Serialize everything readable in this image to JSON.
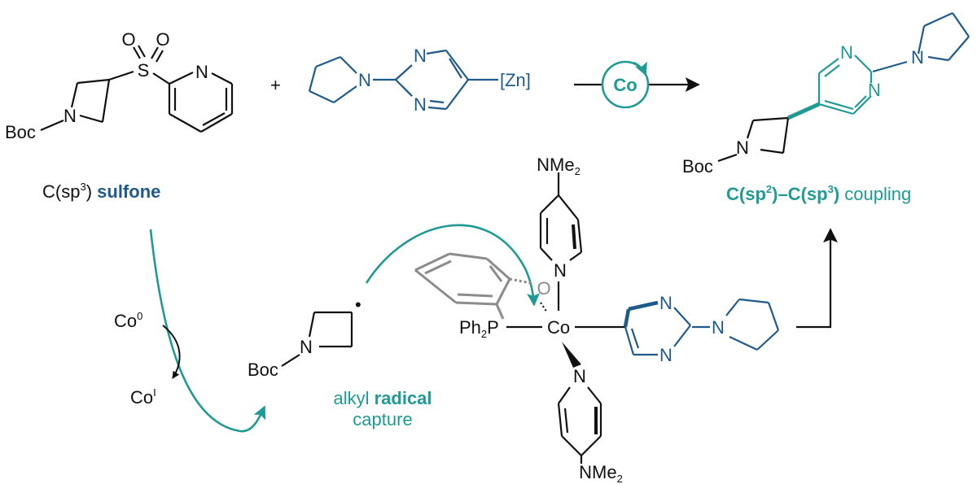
{
  "colors": {
    "black": "#111111",
    "blue": "#1f5a8c",
    "teal": "#1f9a94",
    "gray": "#8c8c8c"
  },
  "reactant_sulfone": {
    "label_pre": "C(sp",
    "label_sup": "3",
    "label_post": ")",
    "label_bold": "sulfone",
    "boc": "Boc",
    "n_azetidine": "N",
    "s": "S",
    "o1": "O",
    "o2": "O",
    "n_pyridine": "N"
  },
  "plus": "+",
  "reactant_zinc": {
    "n_pyrrolidine": "N",
    "n_top": "N",
    "n_bottom": "N",
    "zn": "[Zn]"
  },
  "catalyst": {
    "label": "Co"
  },
  "product": {
    "n_pyrrolidine": "N",
    "n_top": "N",
    "n_bottom": "N",
    "n_azetidine": "N",
    "boc": "Boc",
    "label_c1": "C(sp",
    "label_sup1": "2",
    "label_c2": ")–C(sp",
    "label_sup2": "3",
    "label_c3": ")",
    "label_end": " coupling"
  },
  "cobalt_cycle": {
    "co0": "Co",
    "co0_sup": "0",
    "coI": "Co",
    "coI_sup": "I"
  },
  "radical": {
    "boc": "Boc",
    "n": "N",
    "dot": "•"
  },
  "capture": {
    "line1_pre": "alkyl ",
    "line1_bold": "radical",
    "line2": "capture"
  },
  "complex": {
    "nme2_top": "NMe",
    "nme2_top_sub": "2",
    "n_top_pyridine": "N",
    "o": "O",
    "ph2p_pre": "Ph",
    "ph2p_sub": "2",
    "ph2p_post": "P",
    "co": "Co",
    "n_bottom_pyridine": "N",
    "nme2_bottom": "NMe",
    "nme2_bottom_sub": "2",
    "pyr_n_top": "N",
    "pyr_n_bottom": "N",
    "pyrrolidine_n": "N"
  }
}
